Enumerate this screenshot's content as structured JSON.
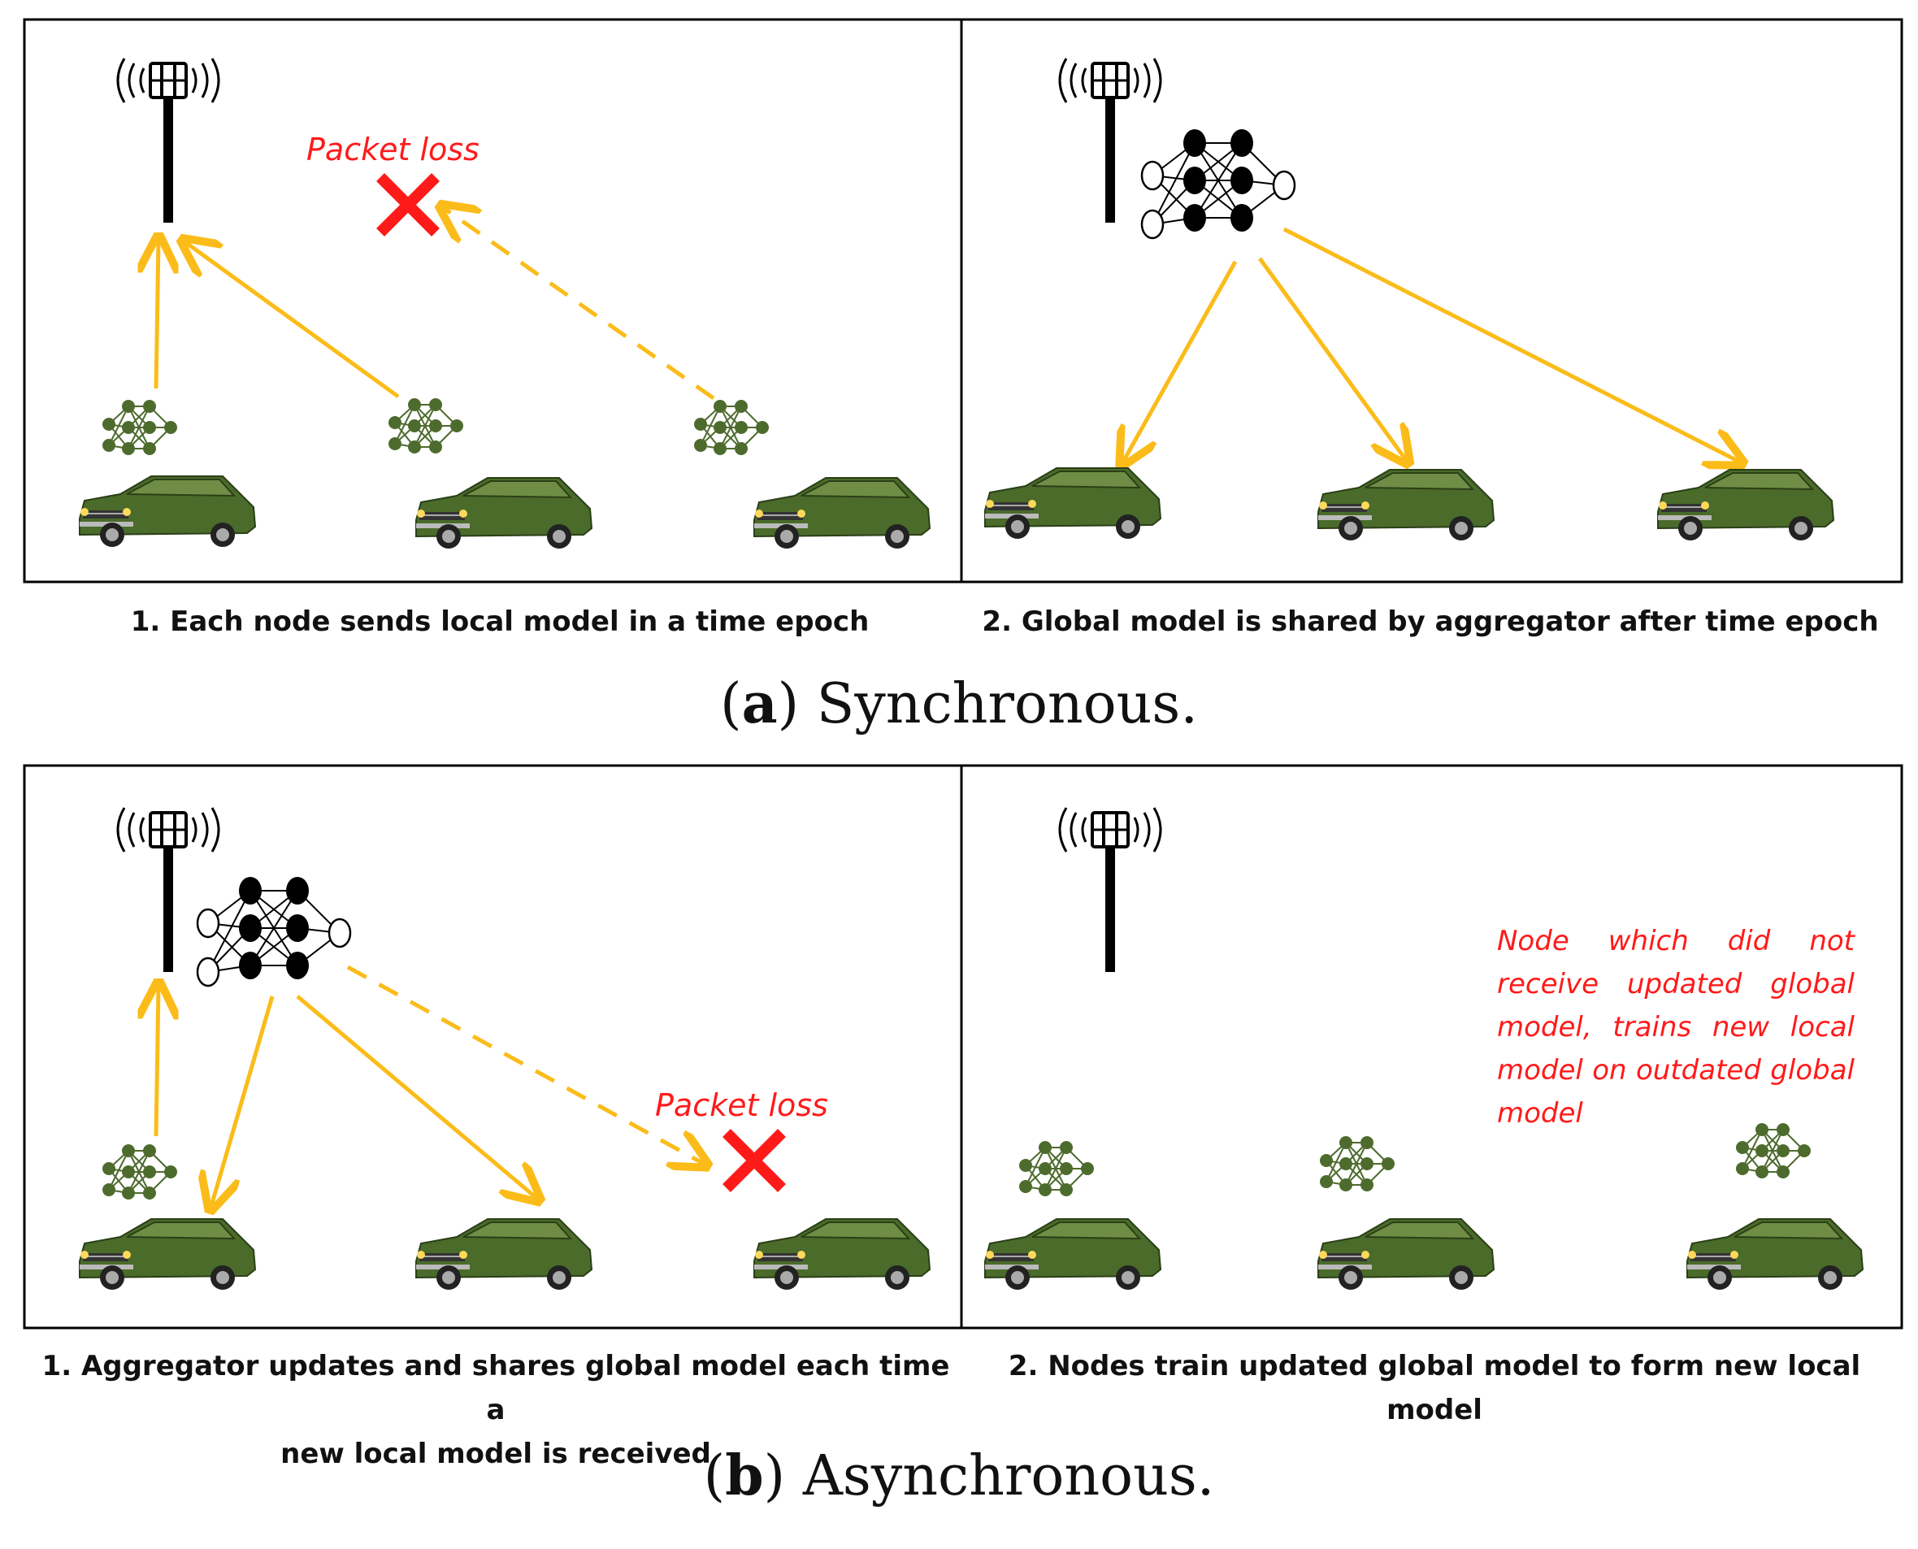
{
  "panels": {
    "sync": {
      "caption_left": "1. Each node sends local model in a time epoch",
      "caption_right": "2. Global model is shared by aggregator after time epoch",
      "loss_label": "Packet loss",
      "sublabel_letter": "a",
      "sublabel_text": "Synchronous."
    },
    "async": {
      "caption_left_line1": "1. Aggregator updates and shares global model each time a",
      "caption_left_line2": "new local model is received",
      "caption_right": "2. Nodes train updated global model to form new local model",
      "loss_label": "Packet loss",
      "note": "Node which did not receive updated global model, trains new local model on outdated global model",
      "sublabel_letter": "b",
      "sublabel_text": "Asynchronous."
    }
  },
  "colors": {
    "arrow": "#fbbc1a",
    "loss": "#ff1a1a",
    "car": "#4a6b2a",
    "node_net": "#4e6b2e",
    "global_net": "#000000"
  },
  "icons": [
    "cell-tower-icon",
    "neural-network-icon",
    "car-icon",
    "cross-icon"
  ]
}
